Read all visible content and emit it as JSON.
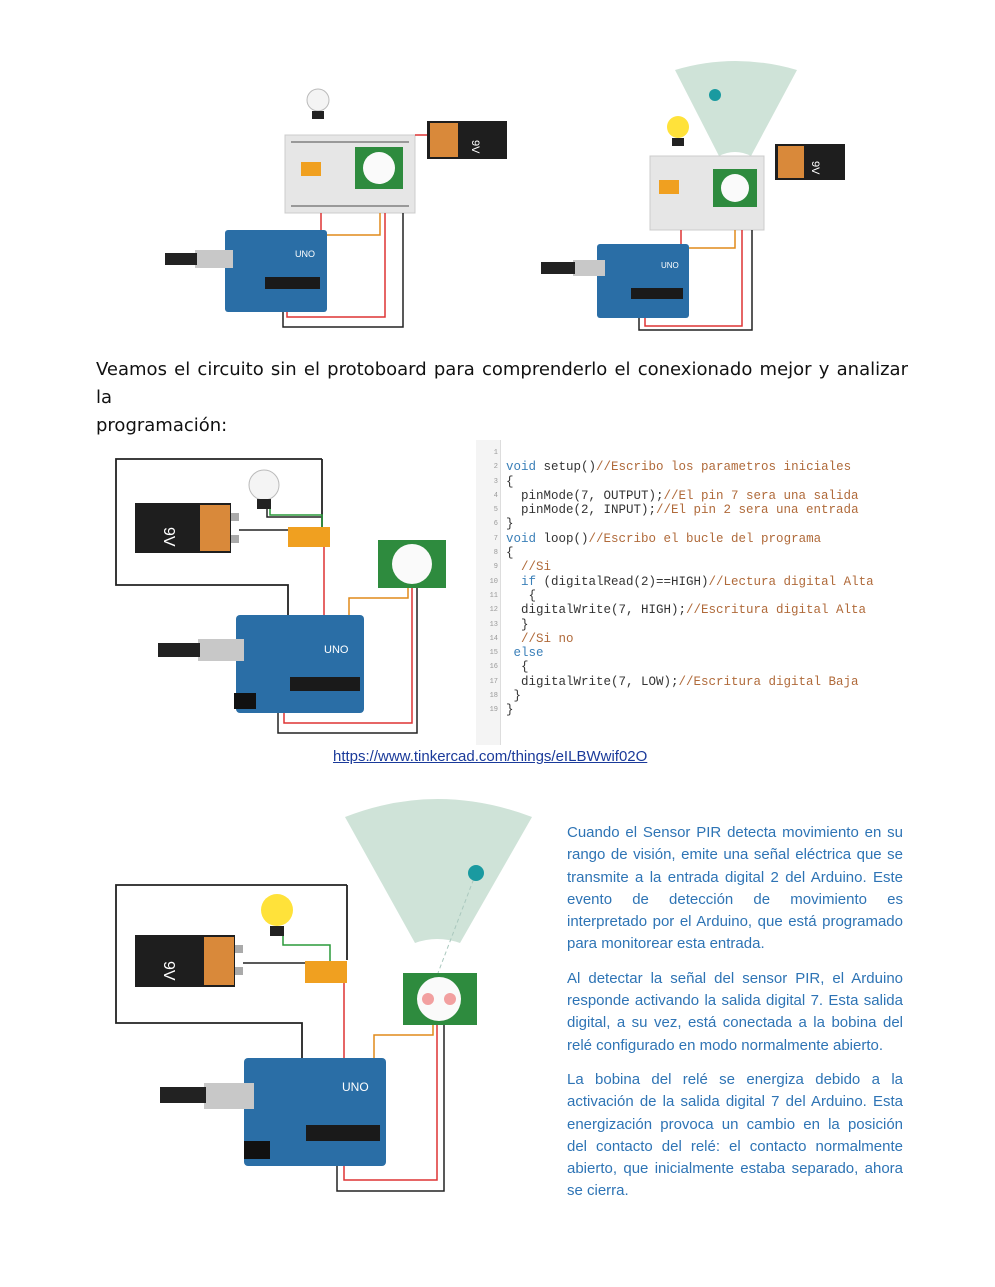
{
  "top_figures": {
    "battery_label_left": "9V",
    "battery_label_right": "9V",
    "board_label": "UNO"
  },
  "intro": {
    "line1": "Veamos el circuito sin el protoboard para comprenderlo el conexionado mejor y analizar la",
    "line2": "programación:"
  },
  "middle_figure": {
    "battery_label": "9V",
    "board_label": "UNO"
  },
  "code": {
    "lines": [
      {
        "n": "1",
        "text": ""
      },
      {
        "n": "2",
        "kw": "void",
        "text": " setup()",
        "cm": "//Escribo los parametros iniciales"
      },
      {
        "n": "3",
        "text": "{"
      },
      {
        "n": "4",
        "text": "  pinMode(7, OUTPUT);",
        "cm": "//El pin 7 sera una salida"
      },
      {
        "n": "5",
        "text": "  pinMode(2, INPUT);",
        "cm": "//El pin 2 sera una entrada"
      },
      {
        "n": "6",
        "text": "}"
      },
      {
        "n": "7",
        "kw": "void",
        "text": " loop()",
        "cm": "//Escribo el bucle del programa"
      },
      {
        "n": "8",
        "text": "{"
      },
      {
        "n": "9",
        "text": "  ",
        "cm": "//Si"
      },
      {
        "n": "10",
        "kw2": "  if",
        "text": " (digitalRead(2)==HIGH)",
        "cm": "//Lectura digital Alta"
      },
      {
        "n": "11",
        "text": "   {"
      },
      {
        "n": "12",
        "text": "  digitalWrite(7, HIGH);",
        "cm": "//Escritura digital Alta"
      },
      {
        "n": "13",
        "text": "  }"
      },
      {
        "n": "14",
        "text": "  ",
        "cm": "//Si no"
      },
      {
        "n": "15",
        "kw2": " else",
        "text": ""
      },
      {
        "n": "16",
        "text": "  {"
      },
      {
        "n": "17",
        "text": "  digitalWrite(7, LOW);",
        "cm": "//Escritura digital Baja"
      },
      {
        "n": "18",
        "text": " }"
      },
      {
        "n": "19",
        "text": "}"
      }
    ]
  },
  "link": {
    "text": "https://www.tinkercad.com/things/eILBWwif02O"
  },
  "bottom_figure": {
    "battery_label": "9V",
    "board_label": "UNO"
  },
  "side_text": {
    "p1": "Cuando el Sensor PIR detecta movimiento en su rango de visión, emite una señal eléctrica que se transmite a la entrada digital 2 del Arduino. Este evento de detección de movimiento es interpretado por el Arduino, que está programado para monitorear esta entrada.",
    "p2": "Al detectar la señal del sensor PIR, el Arduino responde activando la salida digital 7. Esta salida digital, a su vez, está conectada a la bobina del relé configurado en modo normalmente abierto.",
    "p3": "La bobina del relé se energiza debido a la activación de la salida digital 7 del Arduino. Esta energización provoca un cambio en la posición del contacto del relé: el contacto normalmente abierto, que inicialmente estaba separado, ahora se cierra."
  },
  "colors": {
    "arduino_blue": "#2a6ea6",
    "battery_black": "#1e1e1e",
    "battery_orange": "#d9893a",
    "pir_green": "#2e8b3e",
    "relay_orange": "#f0a020",
    "bulb_on": "#ffe23a",
    "wire_red": "#d33",
    "wire_black": "#222",
    "wire_green": "#2a9a3a",
    "wire_orange": "#e08a1a",
    "sensor_field": "#cfe3d8",
    "target_teal": "#1a9aa0",
    "side_text": "#2e74b5"
  }
}
